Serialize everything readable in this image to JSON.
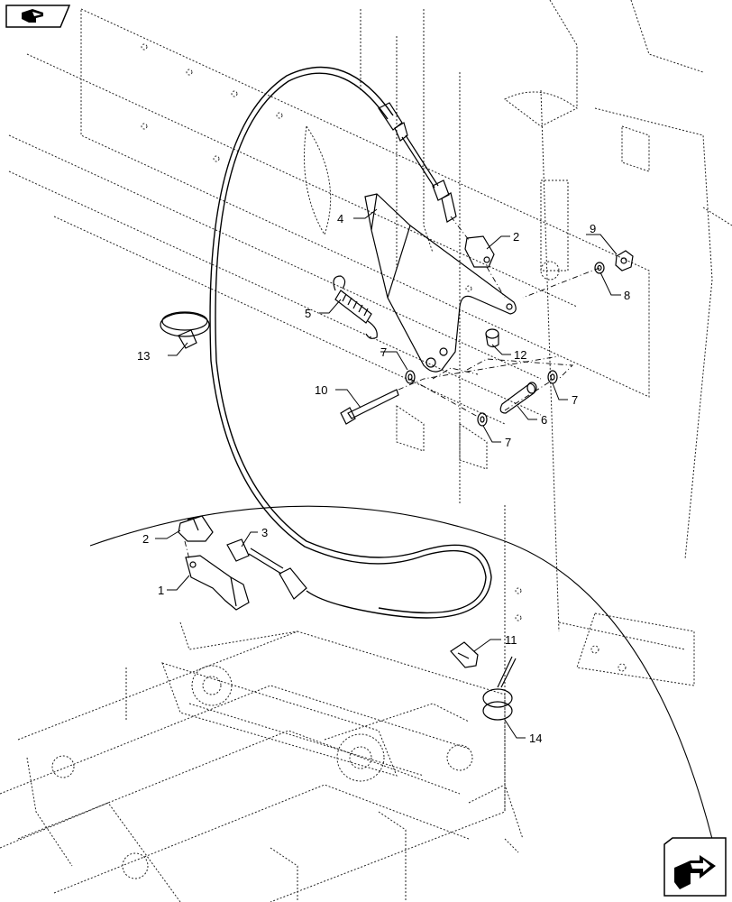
{
  "nav": {
    "back_icon": "back-arrow-icon",
    "next_icon": "next-arrow-icon"
  },
  "callouts": {
    "c1": "1",
    "c2a": "2",
    "c2b": "2",
    "c3": "3",
    "c4": "4",
    "c5": "5",
    "c6": "6",
    "c7a": "7",
    "c7b": "7",
    "c7c": "7",
    "c8": "8",
    "c9": "9",
    "c10": "10",
    "c11": "11",
    "c12": "12",
    "c13": "13",
    "c14": "14"
  }
}
